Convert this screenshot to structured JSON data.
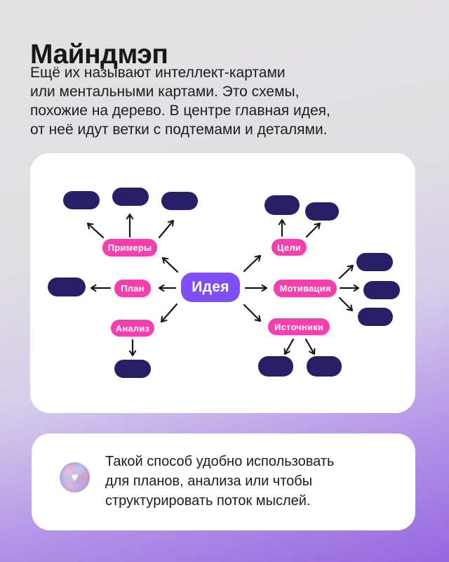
{
  "header": {
    "title": "Майндмэп",
    "intro_lines": [
      "Ещё их называют интеллект-картами",
      "или ментальными картами. Это схемы,",
      "похожие на дерево. В центре главная идея,",
      "от неё идут ветки с подтемами и деталями."
    ]
  },
  "mindmap": {
    "center": "Идея",
    "branches": {
      "examples": "Примеры",
      "plan": "План",
      "analysis": "Анализ",
      "goals": "Цели",
      "motivation": "Мотивация",
      "sources": "Источники"
    }
  },
  "footer": {
    "icon": "donut-heart-icon",
    "lines": [
      "Такой способ удобно использовать",
      "для планов, анализа или чтобы",
      "структурировать поток мыслей."
    ]
  },
  "colors": {
    "accent_pink": "#f73eae",
    "accent_purple": "#7e4ff6",
    "node_navy": "#272066",
    "arrow": "#151515",
    "background_bottom": "#9767e0"
  }
}
